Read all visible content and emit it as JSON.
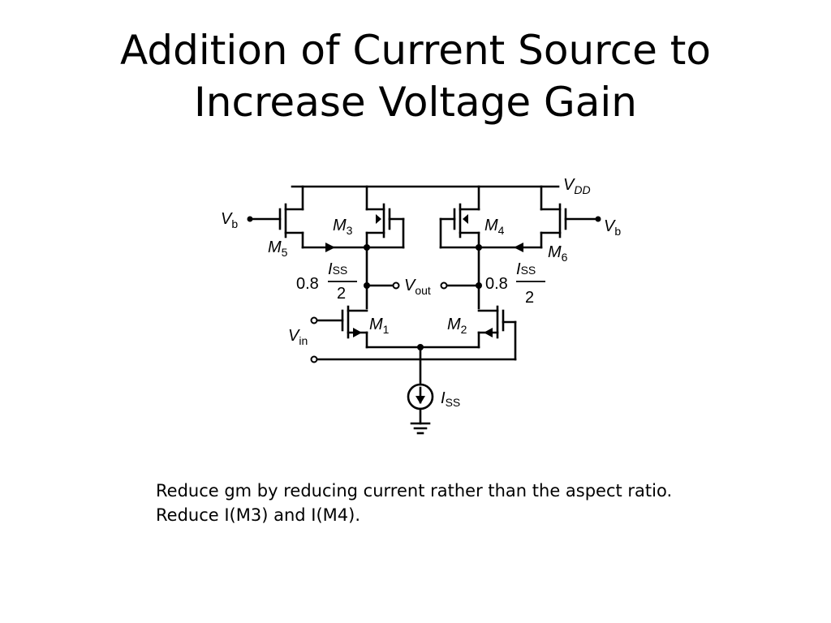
{
  "slide": {
    "title_line1": "Addition of Current Source to",
    "title_line2": "Increase Voltage Gain",
    "caption_line1": "Reduce gm by reducing current rather than the aspect ratio.",
    "caption_line2": "Reduce I(M3) and I(M4)."
  },
  "circuit": {
    "vdd": "V",
    "vdd_sub": "DD",
    "vb_left": "V",
    "vb_left_sub": "b",
    "vb_right": "V",
    "vb_right_sub": "b",
    "m1": "M",
    "m1_sub": "1",
    "m2": "M",
    "m2_sub": "2",
    "m3": "M",
    "m3_sub": "3",
    "m4": "M",
    "m4_sub": "4",
    "m5": "M",
    "m5_sub": "5",
    "m6": "M",
    "m6_sub": "6",
    "iss_left_coef": "0.8",
    "iss_left": "I",
    "iss_left_sub": "SS",
    "iss_left_den": "2",
    "iss_right_coef": "0.8",
    "iss_right": "I",
    "iss_right_sub": "SS",
    "iss_right_den": "2",
    "vout": "V",
    "vout_sub": "out",
    "vin": "V",
    "vin_sub": "in",
    "iss_tail": "I",
    "iss_tail_sub": "SS"
  }
}
